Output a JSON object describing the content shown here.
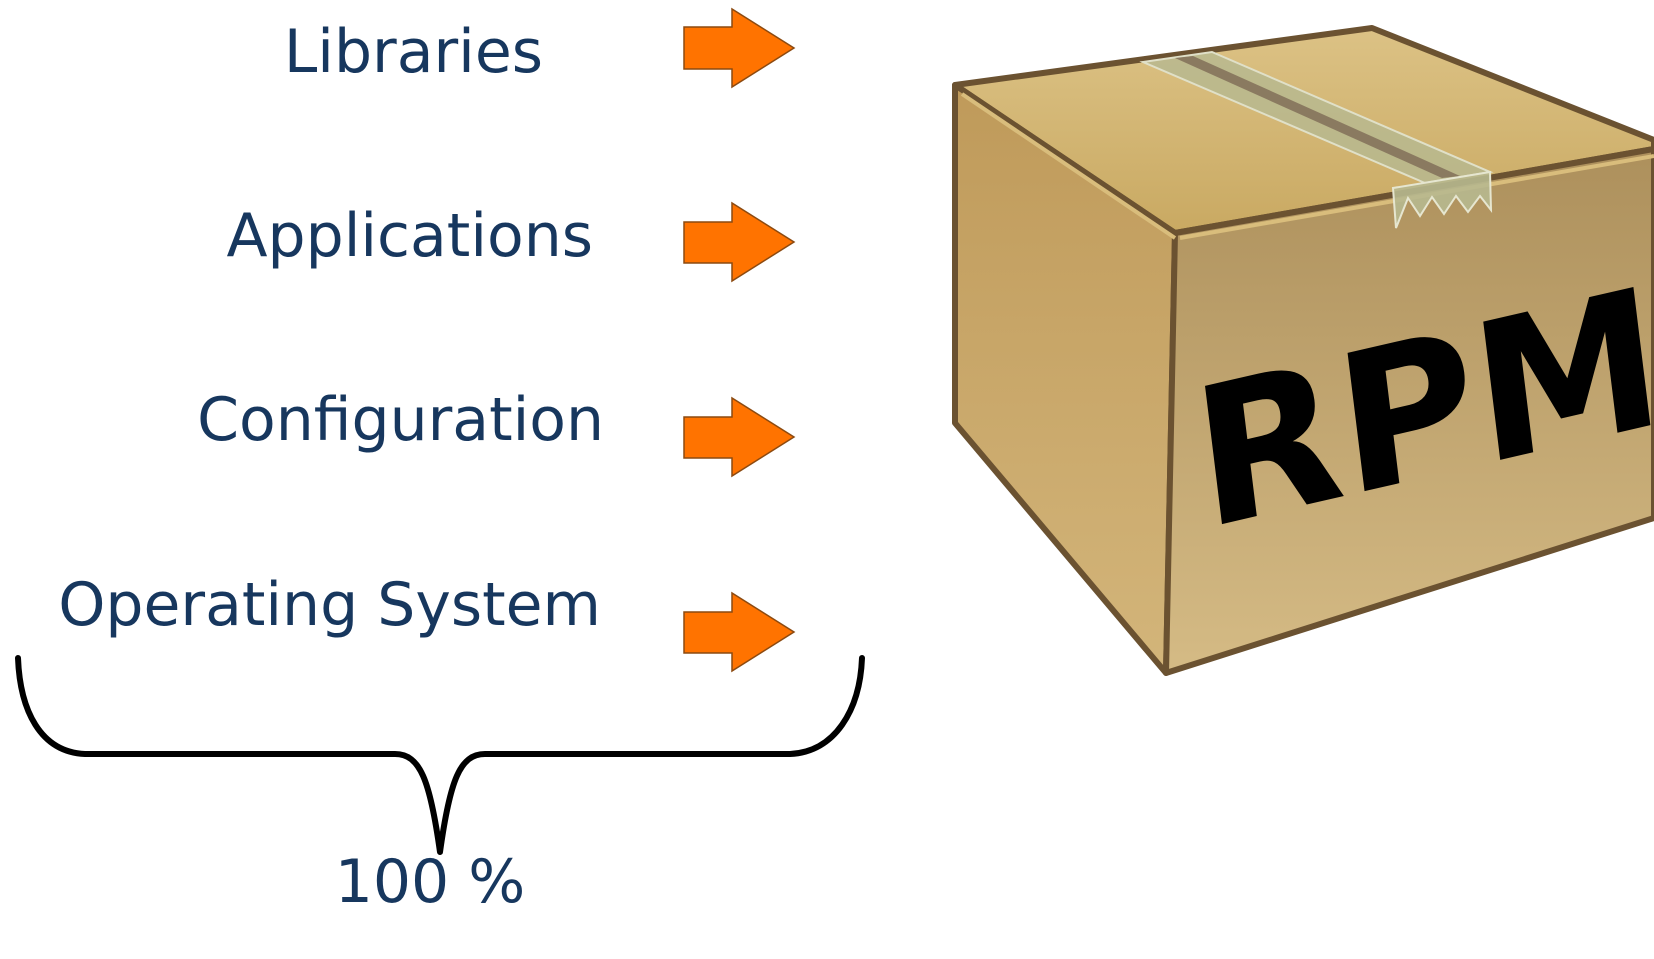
{
  "components": [
    {
      "label": "Libraries"
    },
    {
      "label": "Applications"
    },
    {
      "label": "Configuration"
    },
    {
      "label": "Operating System"
    }
  ],
  "total_label": "100 %",
  "package": {
    "label": "RPM"
  },
  "colors": {
    "text": "#17375e",
    "arrow_fill": "#ff7300",
    "arrow_stroke": "#8c4a10",
    "box_outline": "#6b5231",
    "box_front": "#c6a86c",
    "box_top": "#d4b877",
    "tape": "#b7b88f"
  },
  "icons": [
    "arrow-right-icon",
    "curly-brace-icon",
    "package-box-icon"
  ]
}
